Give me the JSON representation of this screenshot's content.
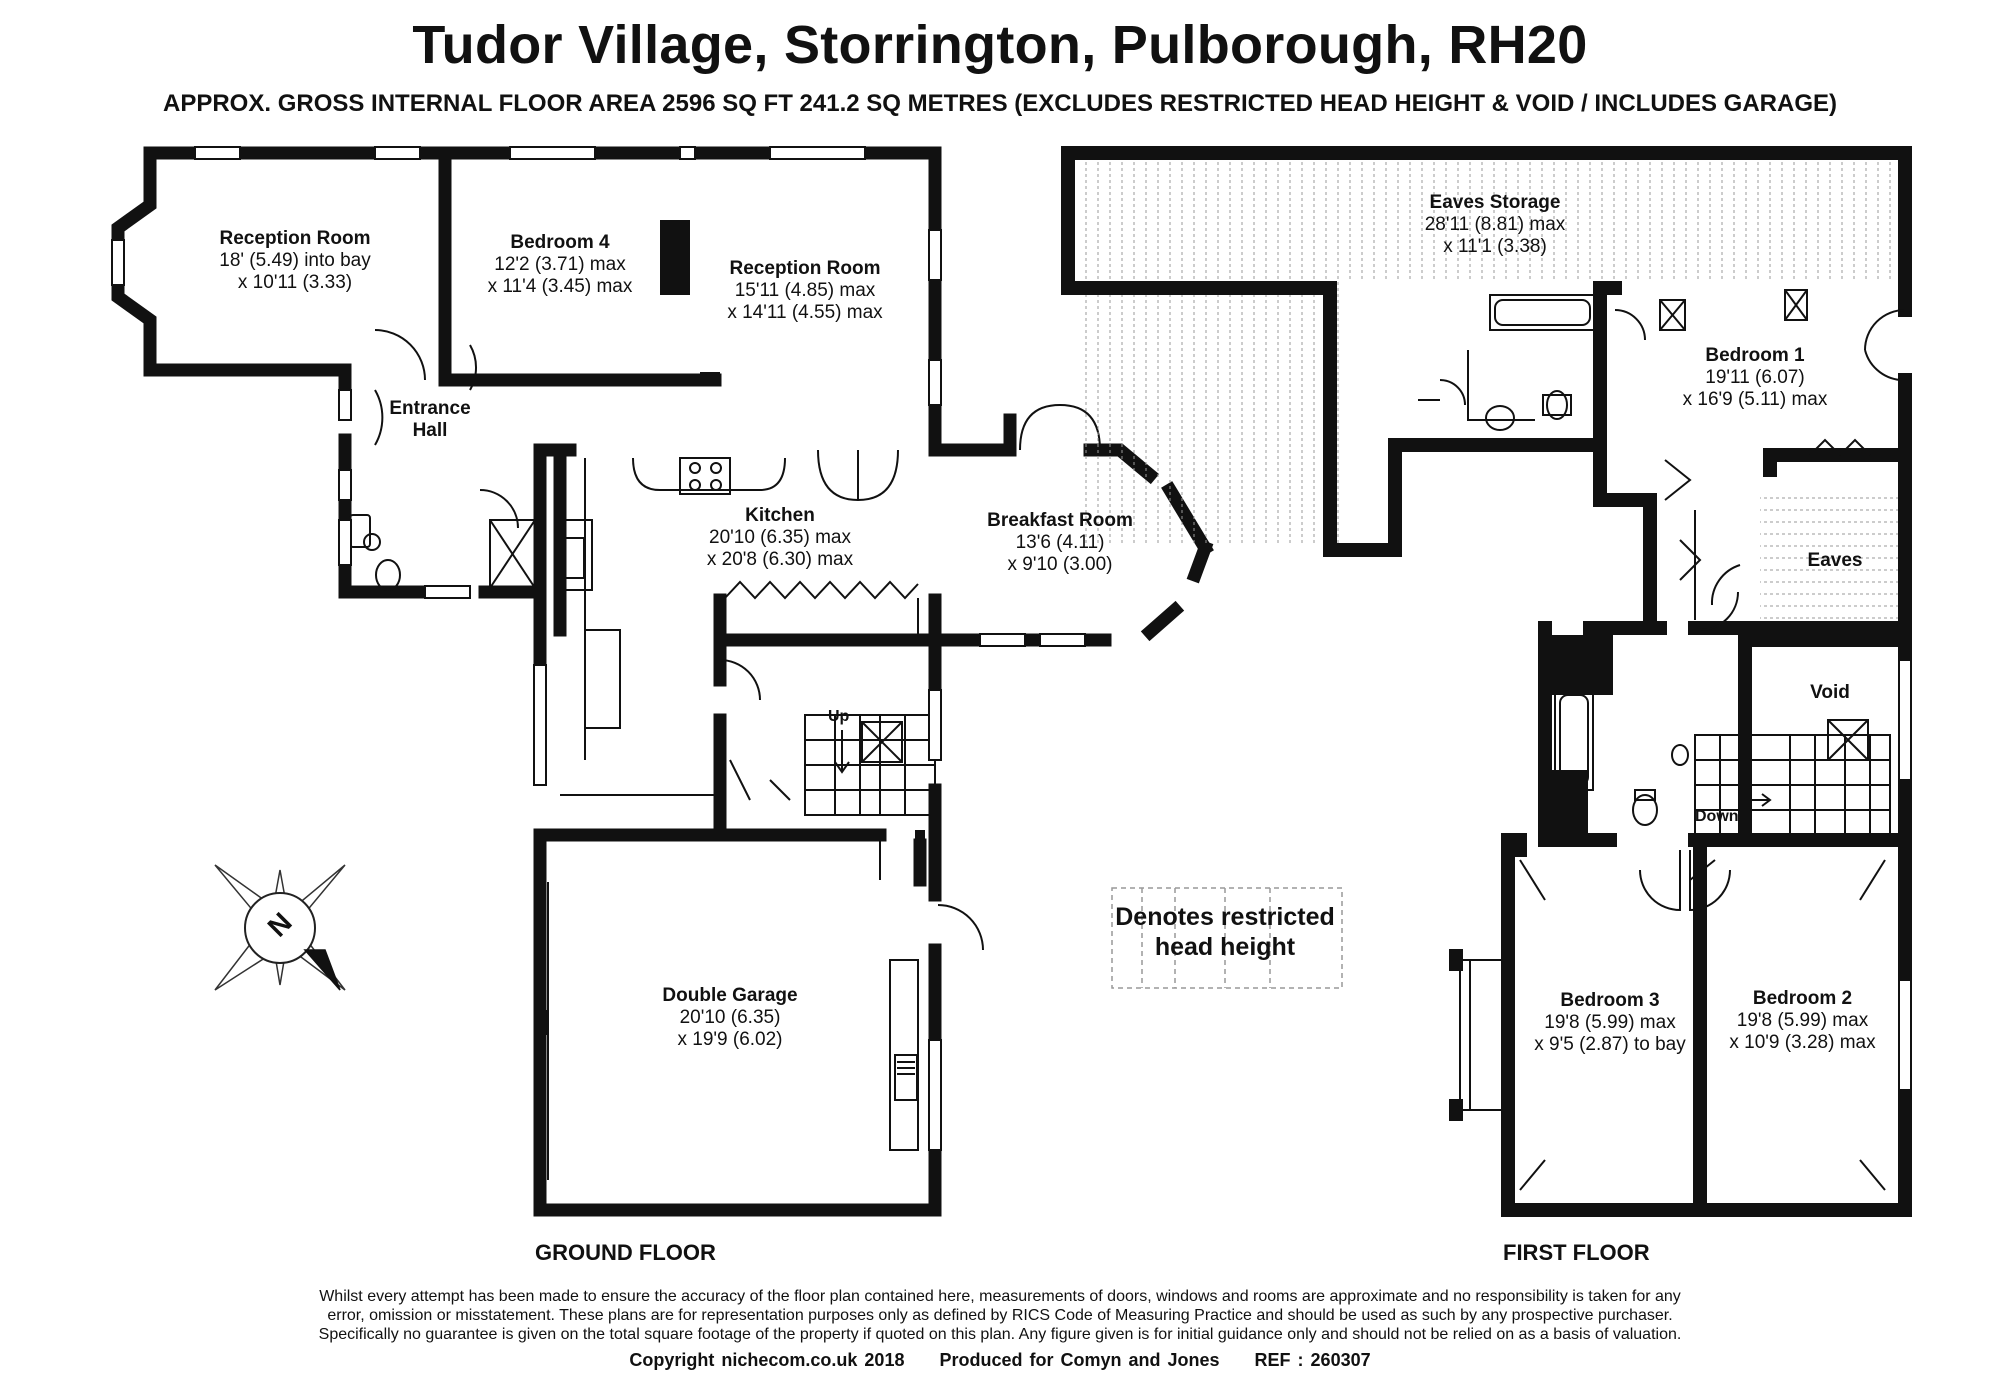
{
  "header": {
    "title": "Tudor Village, Storrington, Pulborough, RH20",
    "subtitle": "APPROX. GROSS INTERNAL FLOOR AREA 2596 SQ FT 241.2 SQ METRES (EXCLUDES RESTRICTED HEAD HEIGHT & VOID / INCLUDES GARAGE)"
  },
  "ground_floor": {
    "label": "GROUND FLOOR",
    "rooms": {
      "reception_left": {
        "name": "Reception Room",
        "dim1": "18' (5.49) into bay",
        "dim2": "x 10'11 (3.33)"
      },
      "bedroom4": {
        "name": "Bedroom 4",
        "dim1": "12'2 (3.71) max",
        "dim2": "x 11'4 (3.45) max"
      },
      "reception_right": {
        "name": "Reception Room",
        "dim1": "15'11 (4.85) max",
        "dim2": "x 14'11 (4.55) max"
      },
      "entrance_hall": {
        "name1": "Entrance",
        "name2": "Hall"
      },
      "kitchen": {
        "name": "Kitchen",
        "dim1": "20'10 (6.35) max",
        "dim2": "x 20'8 (6.30) max"
      },
      "breakfast": {
        "name": "Breakfast Room",
        "dim1": "13'6 (4.11)",
        "dim2": "x 9'10 (3.00)"
      },
      "garage": {
        "name": "Double Garage",
        "dim1": "20'10 (6.35)",
        "dim2": "x 19'9 (6.02)"
      }
    },
    "stairs_label": "Up"
  },
  "first_floor": {
    "label": "FIRST FLOOR",
    "rooms": {
      "eaves_storage": {
        "name": "Eaves Storage",
        "dim1": "28'11 (8.81) max",
        "dim2": "x 11'1 (3.38)"
      },
      "bedroom1": {
        "name": "Bedroom 1",
        "dim1": "19'11 (6.07)",
        "dim2": "x 16'9 (5.11) max"
      },
      "eaves": {
        "name": "Eaves"
      },
      "void": {
        "name": "Void"
      },
      "bedroom3": {
        "name": "Bedroom 3",
        "dim1": "19'8 (5.99) max",
        "dim2": "x 9'5 (2.87) to bay"
      },
      "bedroom2": {
        "name": "Bedroom 2",
        "dim1": "19'8 (5.99) max",
        "dim2": "x 10'9 (3.28) max"
      }
    },
    "stairs_label": "Down"
  },
  "legend": {
    "line1": "Denotes restricted",
    "line2": "head height"
  },
  "compass": {
    "letter": "N"
  },
  "disclaimer": {
    "line1": "Whilst every attempt has been made to ensure the accuracy of the floor plan contained here, measurements of doors, windows and rooms are approximate and no responsibility is taken for any",
    "line2": "error, omission or misstatement. These plans are for representation purposes only as defined by RICS Code of Measuring Practice and should be used as such by any prospective purchaser.",
    "line3": "Specifically no guarantee is given on the total square footage of the property if quoted on this plan. Any figure given is for initial guidance only and should not be relied on as a basis of valuation."
  },
  "footer": {
    "copyright": "Copyright nichecom.co.uk 2018",
    "produced": "Produced for Comyn and Jones",
    "ref": "REF : 260307"
  }
}
